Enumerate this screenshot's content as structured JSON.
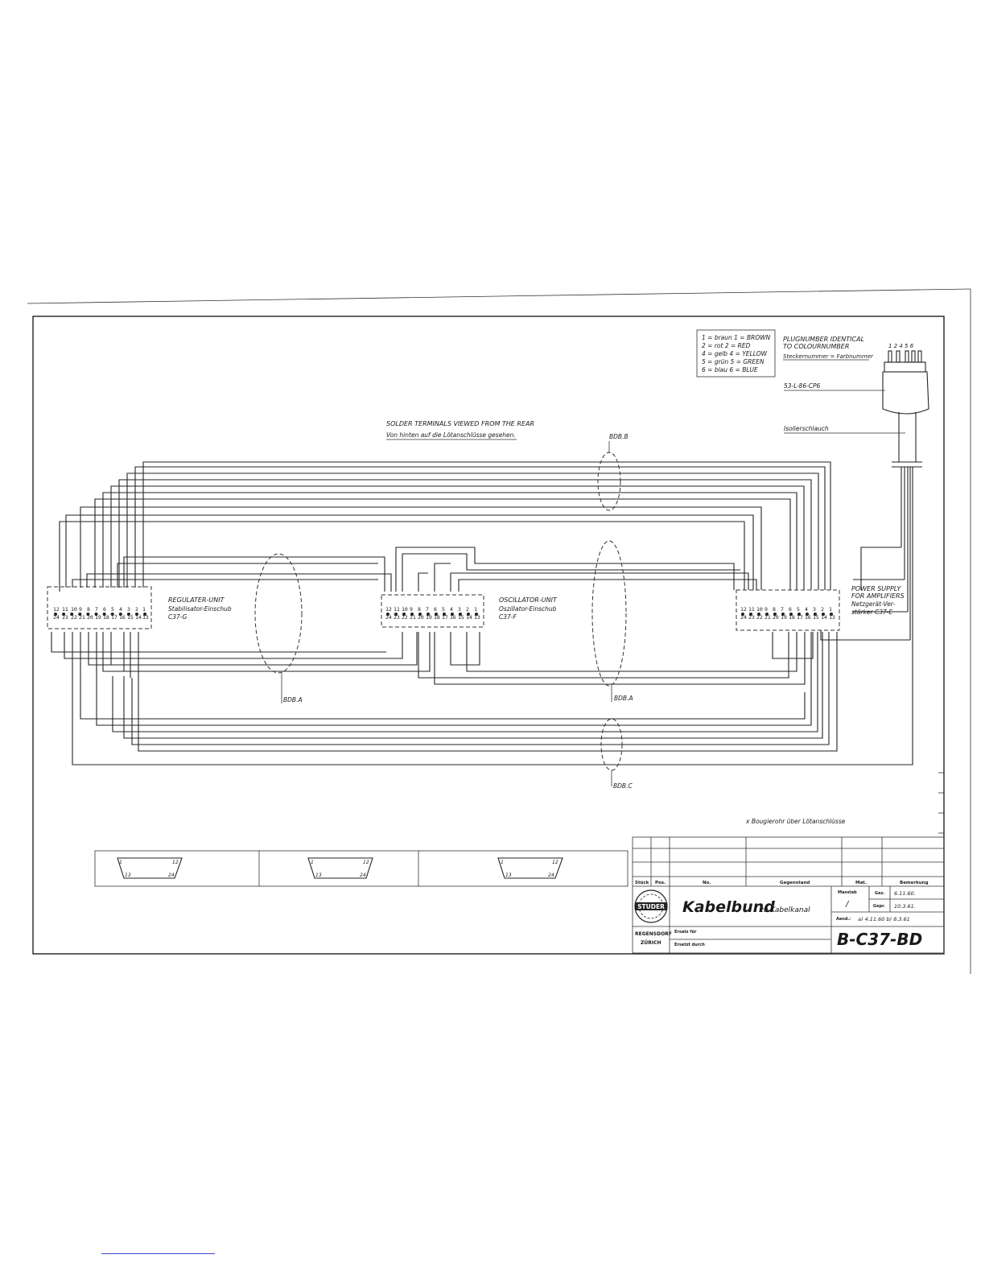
{
  "legend": {
    "lines": [
      "1 = braun  1 = BROWN",
      "2 = rot    2 = RED",
      "4 = gelb   4 = YELLOW",
      "5 = grün   5 = GREEN",
      "6 = blau   6 = BLUE"
    ],
    "plug_title_1": "PLUGNUMBER IDENTICAL",
    "plug_title_2": "TO COLOURNUMBER",
    "plug_title_de": "Steckernummer = Farbnummer",
    "pin_numbers": "1 2  4 5 6",
    "plug_type": "53-L-86-CP6",
    "sleeve": "Isolierschlauch"
  },
  "heading": {
    "en": "SOLDER TERMINALS VIEWED FROM THE REAR",
    "de": "Von hinten auf die Lötanschlüsse gesehen."
  },
  "units": {
    "regulator": {
      "title": "REGULATER-UNIT",
      "sub": "Stabilisator-Einschub",
      "code": "C37-G"
    },
    "oscillator": {
      "title": "OSCILLATOR-UNIT",
      "sub": "Oszillator-Einschub",
      "code": "C37-F"
    },
    "power": {
      "title": "POWER SUPPLY",
      "title2": "FOR AMPLIFIERS",
      "sub": "Netzgerät-Ver-",
      "sub2": "stärker C37-E"
    }
  },
  "bundles": {
    "b": "BDB.B",
    "a_left": "BDB.A",
    "a_right": "BDB.A",
    "c": "BDB.C"
  },
  "pins_top": [
    "12",
    "11",
    "10",
    "9",
    "8",
    "7",
    "6",
    "5",
    "4",
    "3",
    "2",
    "1"
  ],
  "pins_bottom": [
    "24",
    "23",
    "22",
    "21",
    "20",
    "19",
    "18",
    "17",
    "16",
    "15",
    "14",
    "13"
  ],
  "note": "x Bougierohr über Lötanschlüsse",
  "connector_views": [
    {
      "tl": "1",
      "tr": "12",
      "bl": "13",
      "br": "24"
    },
    {
      "tl": "1",
      "tr": "12",
      "bl": "13",
      "br": "24"
    },
    {
      "tl": "1",
      "tr": "12",
      "bl": "13",
      "br": "24"
    }
  ],
  "title_block": {
    "headers": [
      "Stück",
      "Pos.",
      "No.",
      "Gegenstand",
      "Mat.",
      "Bemerkung"
    ],
    "company": "STUDER",
    "city1": "REGENSDORF",
    "city2": "ZÜRICH",
    "title_main": "Kabelbund",
    "title_sub": "zu Kabelkanal",
    "scale_label": "Masstab",
    "scale_value": "/",
    "gez_label": "Gez.",
    "gez_value": "6.11.60.",
    "gepr_label": "Gepr.",
    "gepr_value": "10.3.61.",
    "aend_label": "Aend.:",
    "aend_value": "a) 4.11.60  b) 8.3.61",
    "ersatz_fuer": "Ersatz für",
    "ersetzt_durch": "Ersetzt durch",
    "drawing_no": "B-C37-BD"
  }
}
